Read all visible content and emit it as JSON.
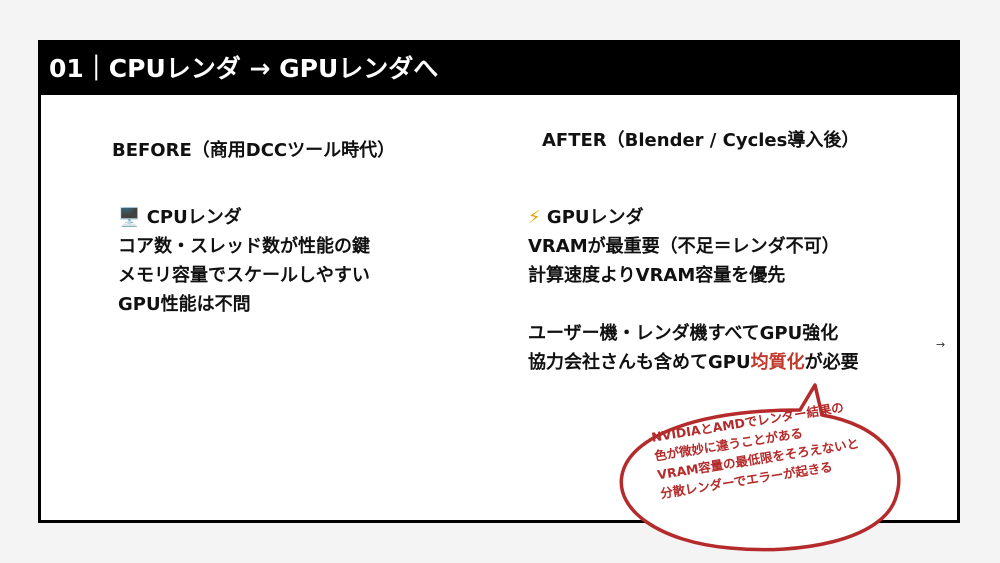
{
  "header": {
    "title": "01｜CPUレンダ → GPUレンダへ"
  },
  "before": {
    "title": "BEFORE（商用DCCツール時代）",
    "icon": "computer-icon",
    "icon_glyph": "🖥️",
    "lines": [
      "CPUレンダ",
      "コア数・スレッド数が性能の鍵",
      "メモリ容量でスケールしやすい",
      "GPU性能は不問"
    ]
  },
  "after": {
    "title": "AFTER（Blender / Cycles導入後）",
    "icon": "lightning-icon",
    "icon_glyph": "⚡",
    "lines": [
      "GPUレンダ",
      "VRAMが最重要（不足＝レンダ不可）",
      "計算速度よりVRAM容量を優先"
    ],
    "lines2": [
      "ユーザー機・レンダ機すべてGPU強化"
    ],
    "last_prefix": "協力会社さんも含めてGPU",
    "last_accent": "均質化",
    "last_suffix": "が必要"
  },
  "bubble": {
    "lines": [
      "NVIDIAとAMDでレンダー結果の",
      "色が微妙に違うことがある",
      "VRAM容量の最低限をそろえないと",
      "分散レンダーでエラーが起きる"
    ]
  },
  "nav": {
    "next": "→"
  },
  "colors": {
    "accent": "#c0392b",
    "header": "#000000"
  }
}
